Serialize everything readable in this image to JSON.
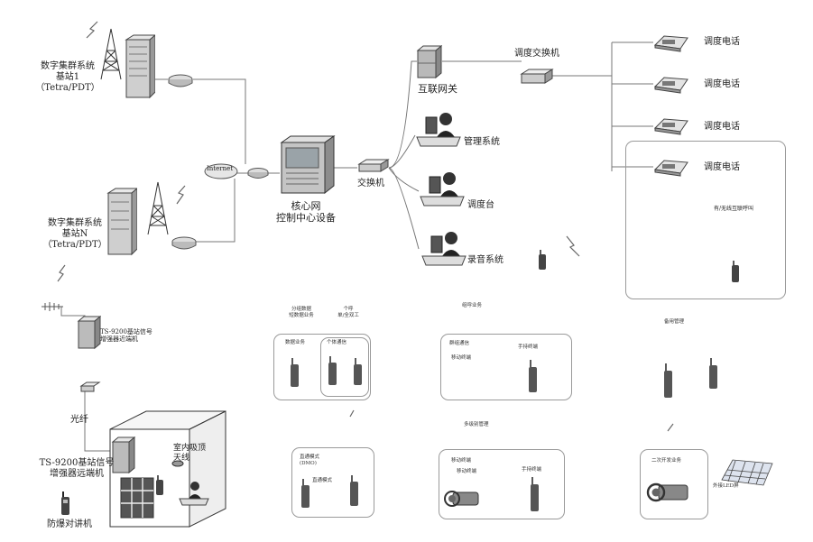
{
  "base_station_1": {
    "line1": "数字集群系统",
    "line2": "基站1",
    "line3": "（Tetra/PDT）"
  },
  "base_station_n": {
    "line1": "数字集群系统",
    "line2": "基站N",
    "line3": "（Tetra/PDT）"
  },
  "internet": "Internet",
  "core": {
    "line1": "核心网",
    "line2": "控制中心设备"
  },
  "switch": "交换机",
  "gateway": "互联网关",
  "dispatch_switch": "调度交换机",
  "dispatch_phones": [
    "调度电话",
    "调度电话",
    "调度电话",
    "调度电话"
  ],
  "mgmt_system": "管理系统",
  "dispatch_console": "调度台",
  "recording_system": "录音系统",
  "interconnect_call": "有/无线互联呼叫",
  "near_end": {
    "line1": "TS-9200基站信号",
    "line2": "增强器近端机"
  },
  "fiber": "光纤",
  "far_end": {
    "line1": "TS-9200基站信号",
    "line2": "增强器远端机"
  },
  "indoor_antenna": {
    "line1": "室内吸顶",
    "line2": "天线"
  },
  "explosion_radio": "防爆对讲机",
  "service_caption_1": {
    "line1": "分组数据",
    "line2": "短数据业务"
  },
  "service_caption_2": {
    "line1": "个呼",
    "line2": "单/全双工"
  },
  "service_caption_3": "组呼业务",
  "service_caption_4": "备用管理",
  "service_caption_5": "多级别管理",
  "panel_data_service": "数据业务",
  "panel_personal_call": "个体通信",
  "panel_group_call": {
    "title": "群组通信",
    "mobile": "移动终端",
    "handheld": "手持终端"
  },
  "panel_direct": {
    "title1": "直通模式",
    "title2": "(DMO)",
    "inner": "直通模式"
  },
  "panel_vehicle": {
    "title": "移动终端",
    "sub": "移动终端",
    "handheld": "手持终端"
  },
  "panel_secondary": {
    "title": "二次开发业务",
    "solar": "外接LED屏"
  }
}
